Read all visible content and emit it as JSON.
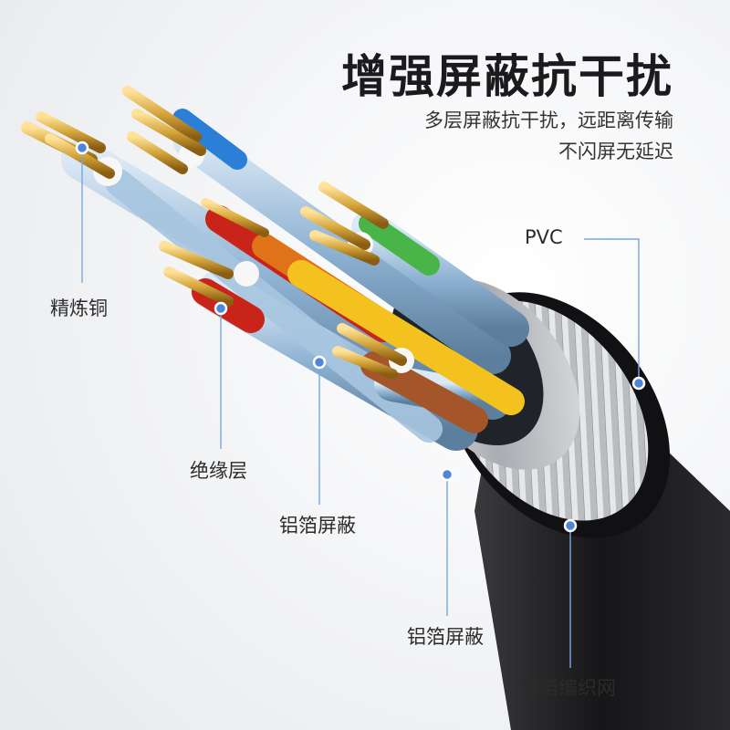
{
  "heading": {
    "title": "增强屏蔽抗干扰",
    "line1": "多层屏蔽抗干扰，远距离传输",
    "line2": "不闪屏无延迟"
  },
  "labels": {
    "pvc": "PVC",
    "copper": "精炼铜",
    "insulation": "绝缘层",
    "foil_inner": "铝箔屏蔽",
    "foil_outer": "铝箔屏蔽",
    "braid": "铝箔编织网"
  },
  "colors": {
    "accent_line": "#7aa6e0",
    "jacket": "#1c1c1e",
    "gold": "#d4a53a"
  }
}
